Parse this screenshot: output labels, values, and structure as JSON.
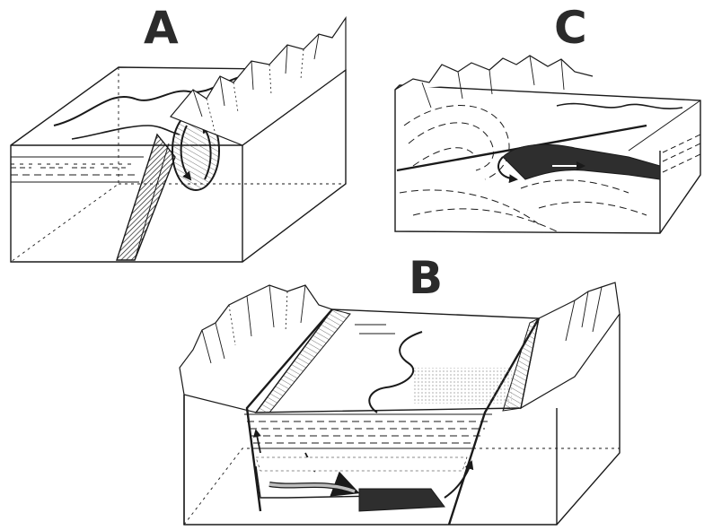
{
  "labels": {
    "a": "A",
    "b": "B",
    "c": "C"
  },
  "colors": {
    "ink": "#1a1a1a",
    "dark_fill": "#2e2e2e",
    "mid_fill": "#777777",
    "light_fill": "#bdbdbd",
    "paper": "#ffffff"
  }
}
